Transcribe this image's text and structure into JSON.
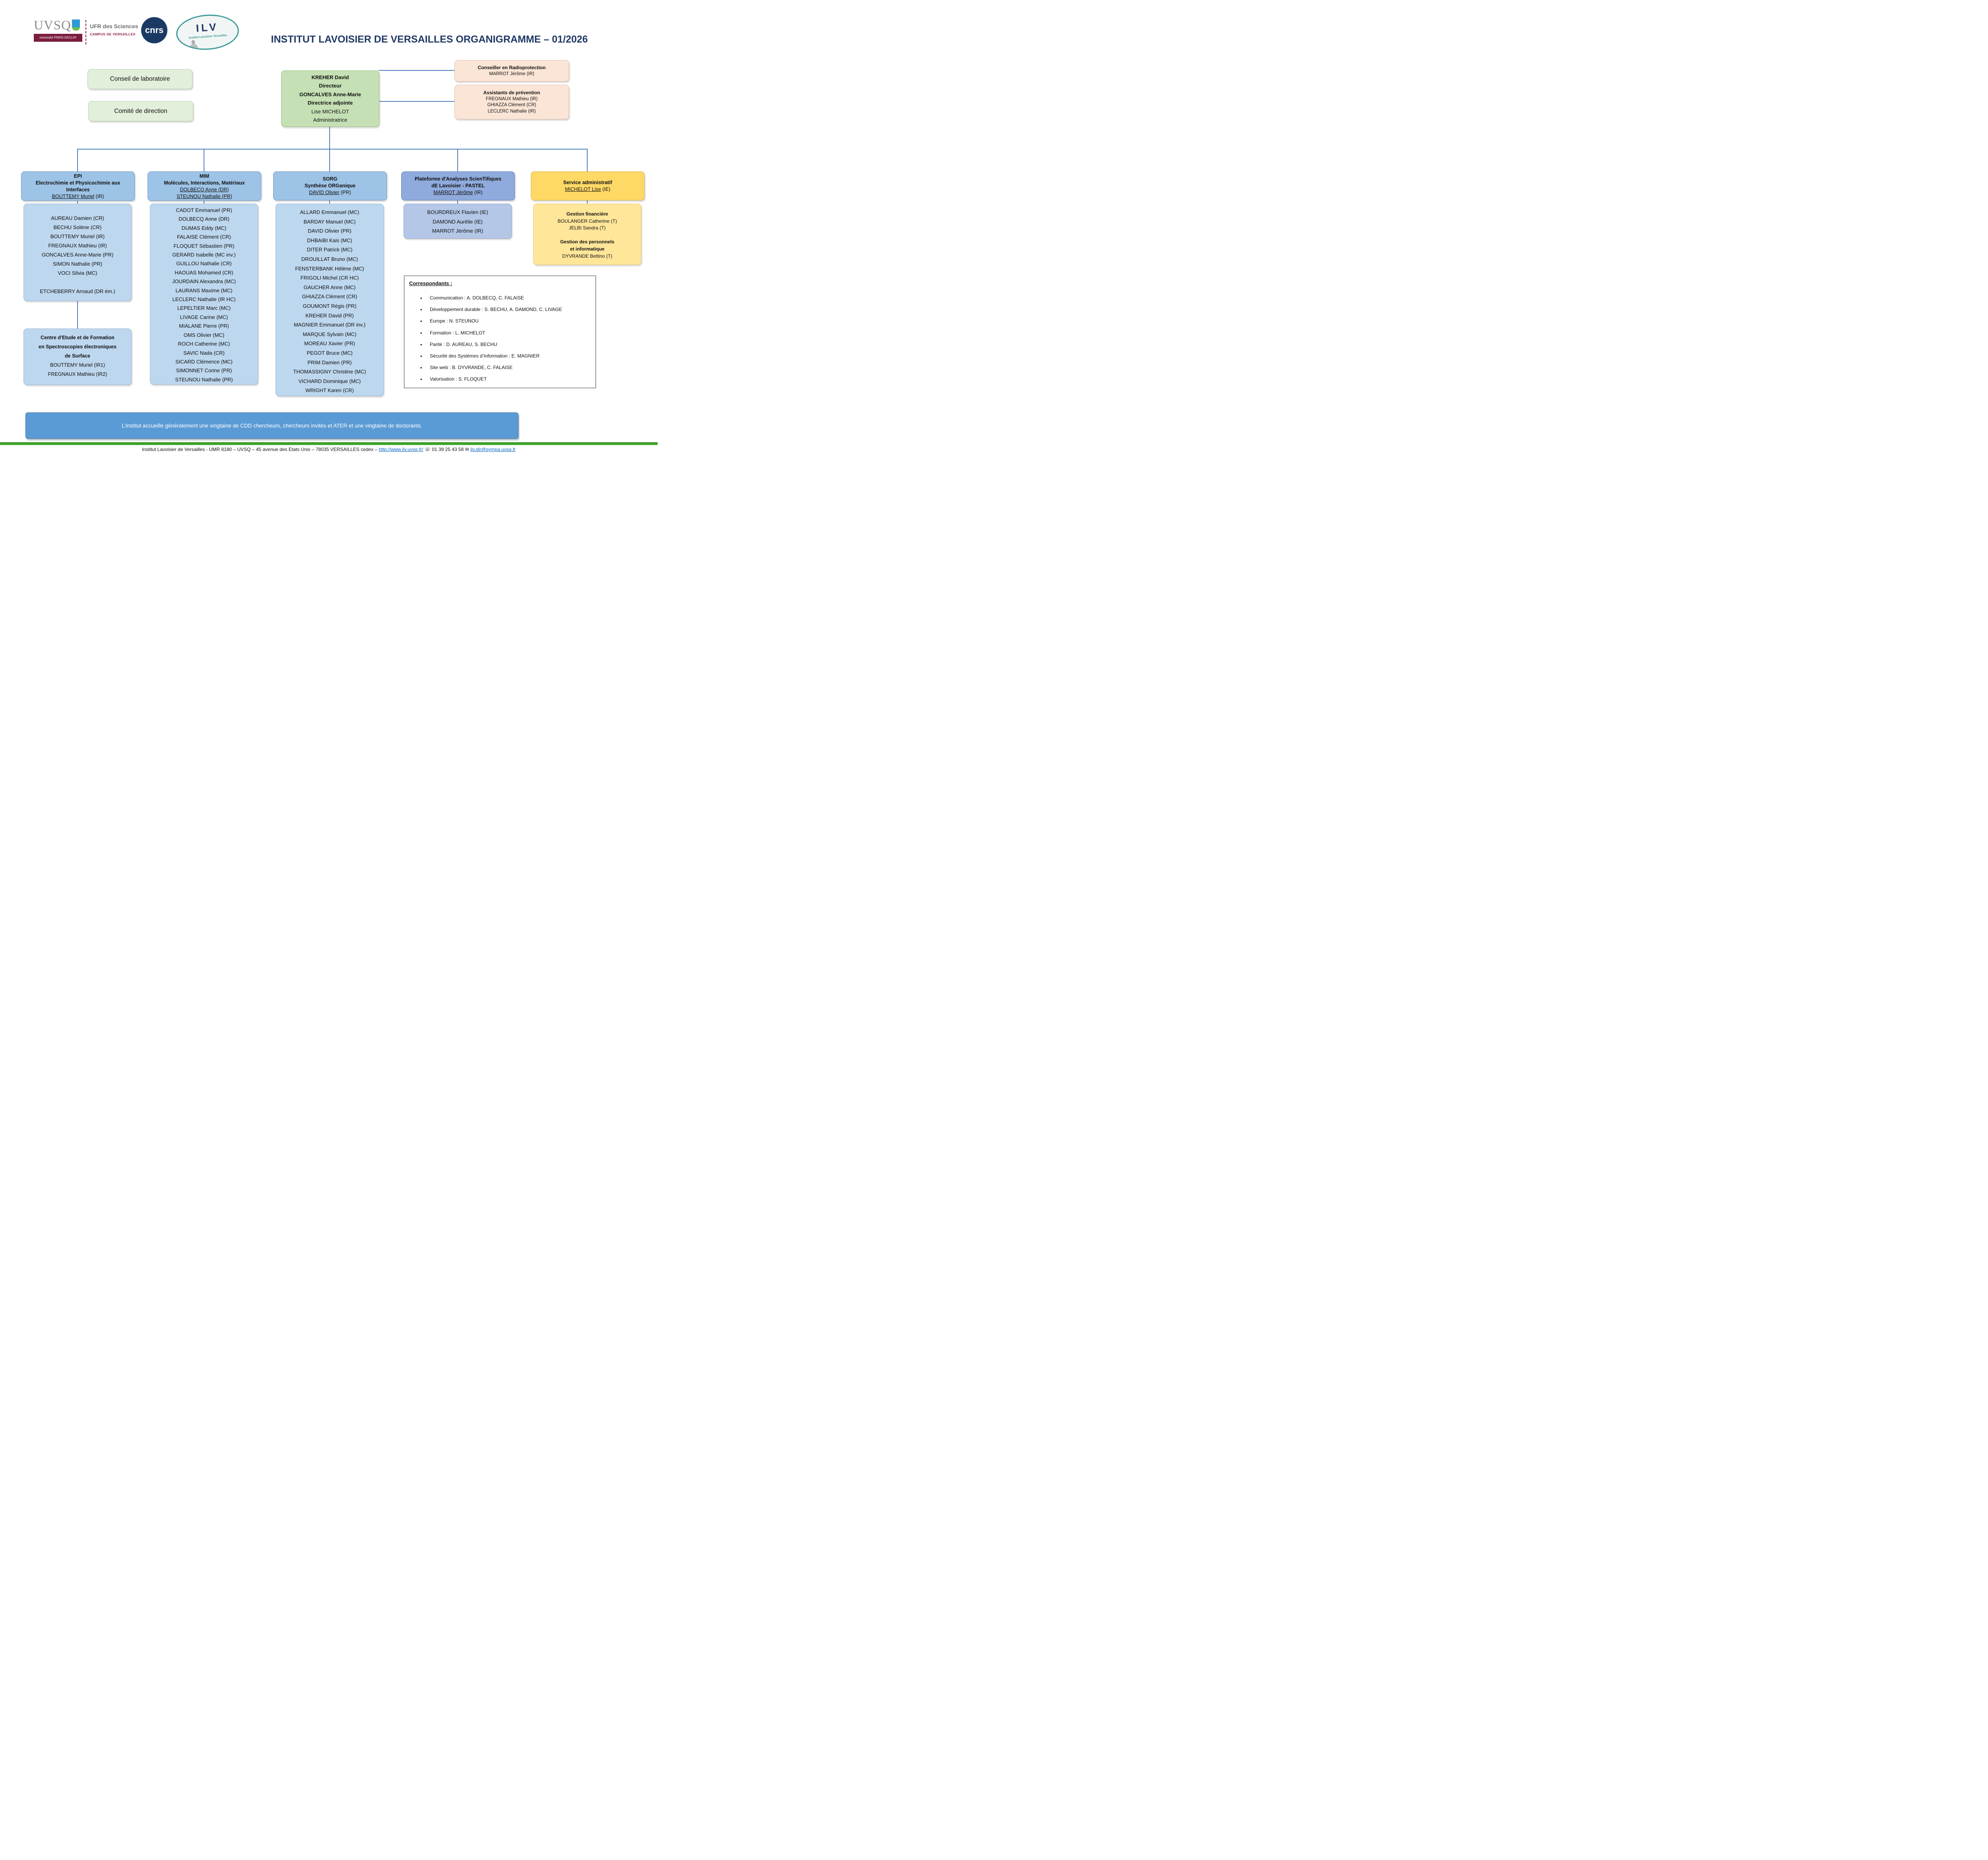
{
  "colors": {
    "title_navy": "#1f3864",
    "unit_blue_header": "#9dc3e6",
    "unit_blue_members": "#bdd7ee",
    "pastel_header": "#8faadc",
    "pastel_members": "#b4c7e7",
    "admin_header": "#ffd966",
    "admin_members": "#ffe699",
    "direction_green": "#c5e0b4",
    "governance_green": "#e2efda",
    "peach": "#fbe5d6",
    "banner_blue": "#5b9bd5",
    "connector_blue": "#4a7ebb",
    "green_bar": "#3ea629",
    "link_blue": "#0563c1",
    "maroon": "#7c1d3f",
    "teal": "#3a9b96"
  },
  "logos": {
    "uvsq": {
      "word": "UVSQ",
      "saclay": "université PARIS-SACLAY"
    },
    "ufr": {
      "line1": "UFR des Sciences",
      "line2": "CAMPUS DE VERSAILLES"
    },
    "cnrs": "cnrs",
    "ilv": {
      "acronym": "ILV",
      "label": "Institut Lavoisier Versailles"
    }
  },
  "title": "INSTITUT LAVOISIER DE VERSAILLES ORGANIGRAMME – 01/2026",
  "governance": {
    "conseil": "Conseil de laboratoire",
    "comite": "Comité de direction"
  },
  "direction": {
    "lines": [
      {
        "text": "KREHER David",
        "bold": true
      },
      {
        "text": "Directeur",
        "bold": true
      },
      {
        "text": "GONCALVES Anne-Marie",
        "bold": true
      },
      {
        "text": "Directrice adjointe",
        "bold": true
      },
      {
        "text": "Lise MICHELOT"
      },
      {
        "text": "Administratrice"
      }
    ]
  },
  "radioprotection": {
    "title": "Conseiller en Radioprotection",
    "members": [
      "MARROT Jérôme (IR)"
    ]
  },
  "prevention": {
    "title": "Assistants de prévention",
    "members": [
      "FREGNAUX Mathieu (IR)",
      "GHIAZZA Clément (CR)",
      "LECLERC Nathalie (IR)"
    ]
  },
  "units": [
    {
      "id": "epi",
      "title_lines": [
        "EPI",
        "Electrochimie et Physicochimie aux",
        "Interfaces"
      ],
      "leaders": [
        {
          "u": "BOUTTEMY Muriel",
          "rest": "(IR)"
        }
      ],
      "members": [
        "AUREAU Damien (CR)",
        "BECHU Solène (CR)",
        "BOUTTEMY Muriel (IR)",
        "FREGNAUX Mathieu (IR)",
        "GONCALVES Anne-Marie (PR)",
        "SIMON Nathalie (PR)",
        "VOCI Silvia (MC)",
        {
          "spacer": true
        },
        "ETCHEBERRY Arnaud (DR ém.)"
      ],
      "sub_box": {
        "title_lines": [
          "Centre d'Etude et de Formation",
          "en Spectroscopies électroniques",
          "de Surface"
        ],
        "members": [
          "BOUTTEMY Muriel (IR1)",
          "FREGNAUX Mathieu (IR2)"
        ]
      }
    },
    {
      "id": "mim",
      "title_lines": [
        "MIM",
        "Molécules, Interactions, Matériaux"
      ],
      "leaders": [
        {
          "u": "DOLBECQ Anne (DR)",
          "rest": ""
        },
        {
          "u": "STEUNOU Nathalie (PR)",
          "rest": ""
        }
      ],
      "members": [
        "CADOT Emmanuel (PR)",
        "DOLBECQ Anne (DR)",
        "DUMAS Eddy (MC)",
        "FALAISE Clément (CR)",
        "FLOQUET Sébastien (PR)",
        "GERARD Isabelle (MC inv.)",
        "GUILLOU Nathalie (CR)",
        "HAOUAS Mohamed (CR)",
        "JOURDAIN Alexandra (MC)",
        "LAURANS Maxime (MC)",
        "LECLERC Nathalie (IR HC)",
        "LEPELTIER Marc (MC)",
        "LIVAGE Carine (MC)",
        "MIALANE Pierre (PR)",
        "OMS Olivier (MC)",
        "ROCH Catherine (MC)",
        "SAVIC Nada (CR)",
        "SICARD Clémence (MC)",
        "SIMONNET Corine (PR)",
        "STEUNOU Nathalie (PR)"
      ]
    },
    {
      "id": "sorg",
      "title_lines": [
        "SORG",
        "Synthèse ORGanique"
      ],
      "leaders": [
        {
          "u": "DAVID Olivier",
          "rest": "(PR)"
        }
      ],
      "members": [
        "ALLARD Emmanuel (MC)",
        "BARDAY Manuel (MC)",
        "DAVID Olivier (PR)",
        "DHBAIBI Kais (MC)",
        "DITER Patrick (MC)",
        "DROUILLAT Bruno (MC)",
        "FENSTERBANK Hélène (MC)",
        "FRIGOLI Michel (CR HC)",
        "GAUCHER Anne (MC)",
        "GHIAZZA Clément (CR)",
        "GOUMONT Régis (PR)",
        "KREHER David (PR)",
        "MAGNIER Emmanuel (DR inv.)",
        "MARQUE Sylvain (MC)",
        "MOREAU Xavier (PR)",
        "PEGOT Bruce (MC)",
        "PRIM Damien (PR)",
        "THOMASSIGNY Christine (MC)",
        "VICHARD Dominique (MC)",
        "WRIGHT Karen (CR)"
      ]
    },
    {
      "id": "pastel",
      "title_lines": [
        "Plateforme d'Analyses ScienTifiques",
        "dE Lavoisier - PASTEL"
      ],
      "leaders": [
        {
          "u": "MARROT Jérôme",
          "rest": "(IR)"
        }
      ],
      "members": [
        "BOURDREUX Flavien (IE)",
        "DAMOND Aurélie (IE)",
        "MARROT Jérôme (IR)"
      ]
    },
    {
      "id": "admin",
      "title_lines": [
        "Service administratif"
      ],
      "leaders": [
        {
          "u": "MICHELOT Lise",
          "rest": "(IE)"
        }
      ],
      "members": [
        {
          "text": "Gestion financière",
          "bold": true
        },
        "BOULANGER Catherine (T)",
        "JELBI Sandra (T)",
        {
          "spacer": true
        },
        {
          "text": "Gestion des personnels",
          "bold": true
        },
        {
          "text": "et informatique",
          "bold": true
        },
        "DYVRANDE Bettino (T)"
      ]
    }
  ],
  "correspondants": {
    "title": "Correspondants :",
    "items": [
      "Communication : A. DOLBECQ, C. FALAISE",
      "Développement durable : S. BECHU, A. DAMOND, C. LIVAGE",
      "Europe : N. STEUNOU",
      "Formation : L. MICHELOT",
      "Parité : D. AUREAU, S. BECHU",
      "Sécurité des Systèmes d’Information : E. MAGNIER",
      "Site web : B. DYVRANDE, C. FALAISE",
      "Valorisation : S. FLOQUET"
    ]
  },
  "banner": "L’institut accueille généralement une vingtaine de CDD chercheurs, chercheurs invités et ATER et une vingtaine de doctorants.",
  "footer": {
    "text": "Institut Lavoisier de Versailles - UMR 8180 – UVSQ – 45 avenue des Etats Unis – 78035 VERSAILLES cedex – ",
    "url": "http://www.ilv.uvsq.fr/",
    "phone_icon": "☏",
    "phone": "01 39 25 43 58",
    "fax_icon": "✉",
    "email": "ilv.dir@sympa.uvsq.fr"
  }
}
